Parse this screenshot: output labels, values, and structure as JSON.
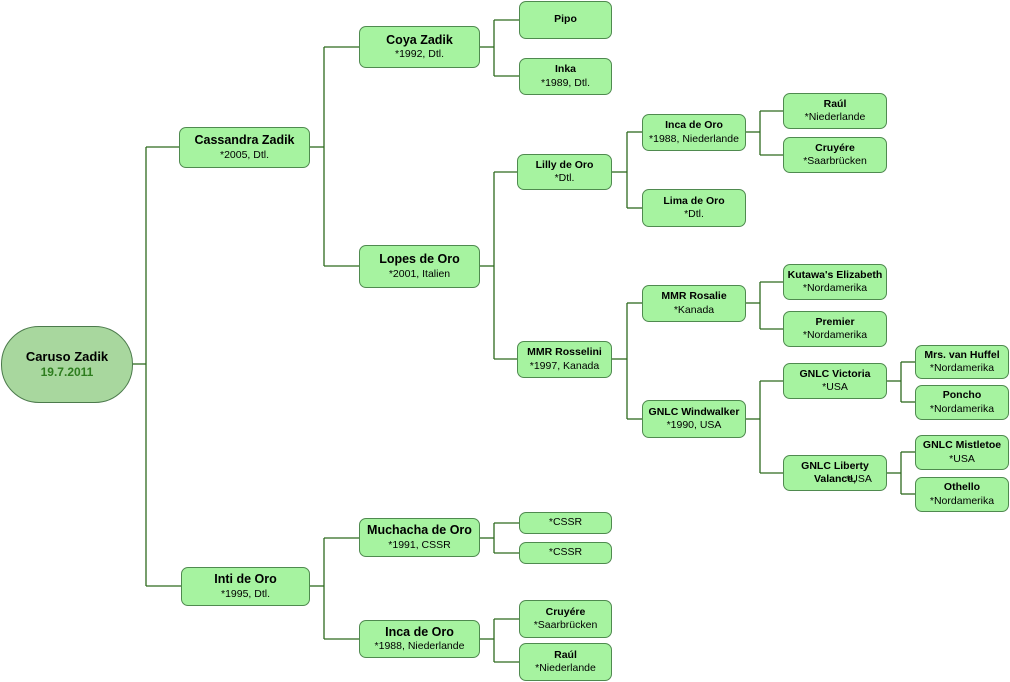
{
  "colors": {
    "line": "#2e6a1e",
    "node_fill": "#a6f3a0",
    "root_fill": "#a8d79e",
    "root_date": "#2e7d1f"
  },
  "root": {
    "name": "Caruso Zadik",
    "date": "19.7.2011"
  },
  "nodes": {
    "cassandra": {
      "name": "Cassandra Zadik",
      "detail": "*2005, Dtl."
    },
    "inti": {
      "name": "Inti de Oro",
      "detail": "*1995, Dtl."
    },
    "coya": {
      "name": "Coya Zadik",
      "detail": "*1992, Dtl."
    },
    "lopes": {
      "name": "Lopes de Oro",
      "detail": "*2001, Italien"
    },
    "muchacha": {
      "name": "Muchacha de Oro",
      "detail": "*1991, CSSR"
    },
    "inca_a": {
      "name": "Inca de Oro",
      "detail": "*1988, Niederlande"
    },
    "pipo": {
      "name": "Pipo",
      "detail": ""
    },
    "inka": {
      "name": "Inka",
      "detail": "*1989, Dtl."
    },
    "lilly": {
      "name": "Lilly de Oro",
      "detail": "*Dtl."
    },
    "rosselini": {
      "name": "MMR Rosselini",
      "detail": "*1997, Kanada"
    },
    "cssr1": {
      "name": "",
      "detail": "*CSSR"
    },
    "cssr2": {
      "name": "",
      "detail": "*CSSR"
    },
    "cruyere_a": {
      "name": "Cruyére",
      "detail": "*Saarbrücken"
    },
    "raul_a": {
      "name": "Raúl",
      "detail": "*Niederlande"
    },
    "inca_b": {
      "name": "Inca de Oro",
      "detail": "*1988, Niederlande"
    },
    "lima": {
      "name": "Lima de Oro",
      "detail": "*Dtl."
    },
    "rosalie": {
      "name": "MMR Rosalie",
      "detail": "*Kanada"
    },
    "windwalker": {
      "name": "GNLC Windwalker",
      "detail": "*1990, USA"
    },
    "raul_b": {
      "name": "Raúl",
      "detail": "*Niederlande"
    },
    "cruyere_b": {
      "name": "Cruyére",
      "detail": "*Saarbrücken"
    },
    "kutawa": {
      "name": "Kutawa's Elizabeth",
      "detail": "*Nordamerika"
    },
    "premier": {
      "name": "Premier",
      "detail": "*Nordamerika"
    },
    "victoria": {
      "name": "GNLC Victoria",
      "detail": "*USA"
    },
    "liberty": {
      "name": "GNLC Liberty Valance,",
      "detail": "*USA"
    },
    "vanhuffel": {
      "name": "Mrs. van Huffel",
      "detail": "*Nordamerika"
    },
    "poncho": {
      "name": "Poncho",
      "detail": "*Nordamerika"
    },
    "mistletoe": {
      "name": "GNLC Mistletoe",
      "detail": "*USA"
    },
    "othello": {
      "name": "Othello",
      "detail": "*Nordamerika"
    }
  }
}
